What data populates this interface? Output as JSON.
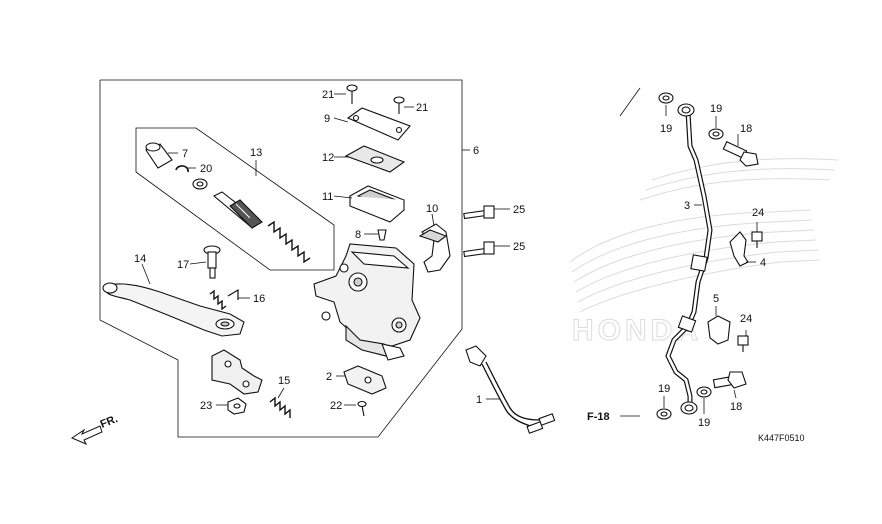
{
  "diagram": {
    "figure_code": "K447F0510",
    "watermark_text": "HONDA",
    "front_arrow_label": "FR.",
    "reference_label": "F-18",
    "callouts": {
      "c1": "1",
      "c2": "2",
      "c3": "3",
      "c4": "4",
      "c5": "5",
      "c6": "6",
      "c7": "7",
      "c8": "8",
      "c9": "9",
      "c10": "10",
      "c11": "11",
      "c12": "12",
      "c13": "13",
      "c14": "14",
      "c15": "15",
      "c16": "16",
      "c17": "17",
      "c18a": "18",
      "c18b": "18",
      "c19a": "19",
      "c19b": "19",
      "c19c": "19",
      "c19d": "19",
      "c20": "20",
      "c21a": "21",
      "c21b": "21",
      "c22": "22",
      "c23": "23",
      "c24a": "24",
      "c24b": "24",
      "c25a": "25",
      "c25b": "25"
    }
  }
}
